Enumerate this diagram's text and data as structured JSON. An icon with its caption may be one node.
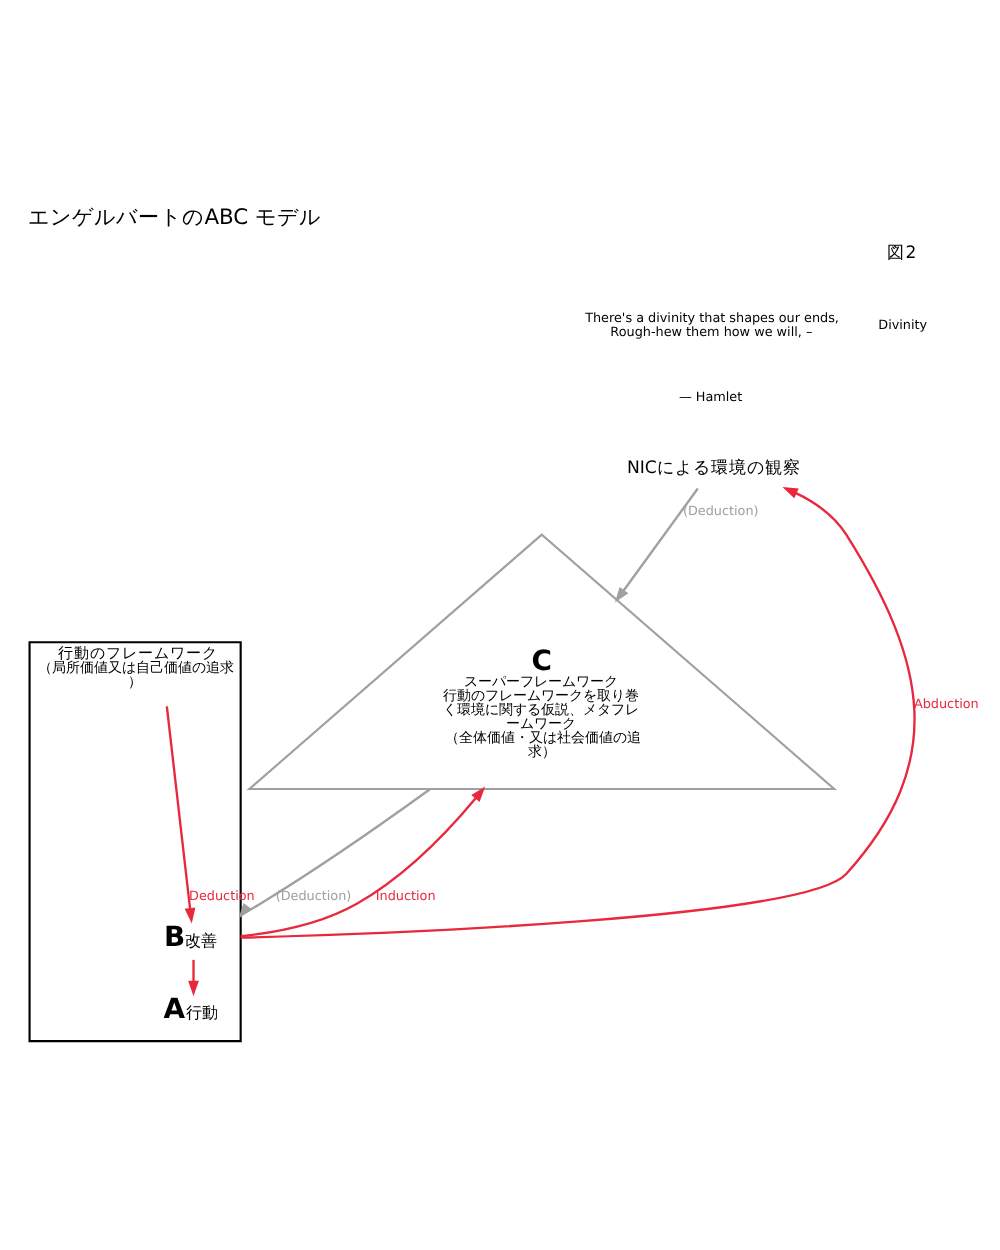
{
  "diagram": {
    "title": "エンゲルバートのABC モデル",
    "nodes": [
      {
        "text": [
          "NICによる環境の観察"
        ]
      },
      {
        "text": [
          "C",
          "スーパーフレームワーク",
          "行動のフレームワークを取り巻く環境に関する仮説、メタフレームワーク",
          "（全体価値・又は社会価値の追求）"
        ]
      },
      {
        "text": [
          "行動のフレームワーク",
          "（局所価値又は自己価値の追求）"
        ]
      },
      {
        "text": [
          "B",
          "改善"
        ],
        "in": 2
      },
      {
        "text": [
          "A",
          "行動"
        ],
        "in": 2
      }
    ],
    "edges": [
      {
        "from": 0,
        "to": 1,
        "arrow": "to",
        "label": "(Deduction)",
        "color": "#a0a0a0"
      },
      {
        "from": 1,
        "to": 2,
        "arrow": "to",
        "label": "(Deduction)",
        "color": "#a0a0a0"
      },
      {
        "from": 2,
        "to": 1,
        "arrow": "to",
        "label": "Induction"
      },
      {
        "from": 2,
        "to": 0,
        "arrow": "to",
        "label": "Abduction"
      },
      {
        "from": null,
        "to": 3,
        "arrow": "to",
        "label": "Deduction"
      },
      {
        "from": 3,
        "to": 4,
        "arrow": "to"
      }
    ],
    "labels": [
      "図2",
      "Divinity",
      "There's a divinity that shapes our ends, Rough-hew them how we will, –",
      "— Hamlet"
    ]
  }
}
